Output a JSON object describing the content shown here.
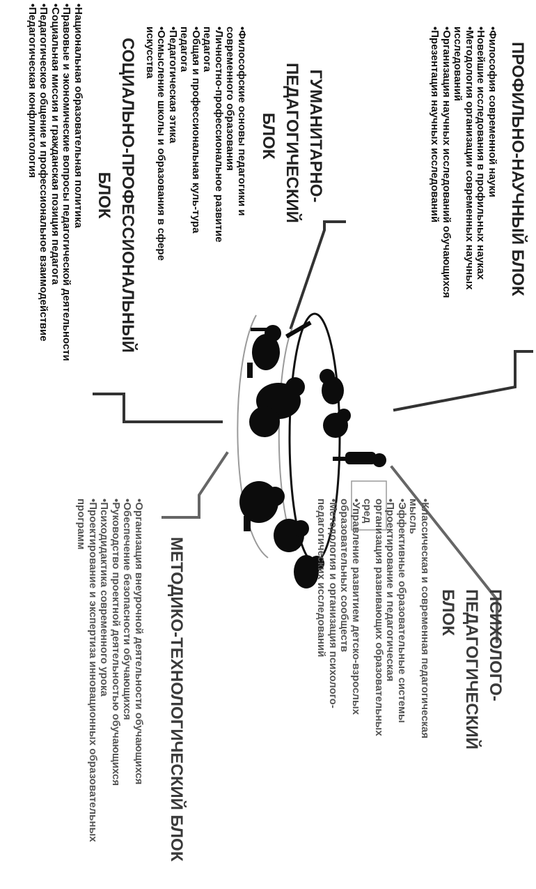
{
  "blocks": {
    "profile": {
      "title": "ПРОФИЛЬНО-НАУЧНЫЙ БЛОК",
      "items": [
        "Философия современной науки",
        "Новейшие исследования в профильных науках",
        "Методология организации современных научных исследований",
        "Организация научных исследований обучающихся",
        "Презентация научных исследований"
      ]
    },
    "humanitarian": {
      "title_lines": [
        "ГУМАНИТАРНО-",
        "ПЕДАГОГИЧЕСКИЙ",
        "БЛОК"
      ],
      "items": [
        "Философские основы педагогики и современного образования",
        "Личностно-профессиональное развитие педагога",
        "Общая и профессиональная куль-тура педагога",
        "Педагогическая этика",
        "Осмысление школы и образования в сфере искусства"
      ]
    },
    "social": {
      "title_lines": [
        "СОЦИАЛЬНО-ПРОФЕССИОНАЛЬНЫЙ",
        "БЛОК"
      ],
      "items": [
        "Национальная образовательная политика",
        "Правовые и экономические вопросы педагогической деятельности",
        "Социальная миссия и гражданская позиция педагога",
        "Педагогическое общение и профессиональное взаимодействие",
        "Педагогическая конфликтология"
      ]
    },
    "psycho": {
      "title_lines": [
        "ПСИХОЛОГО-",
        "ПЕДАГОГИЧЕСКИЙ",
        "БЛОК"
      ],
      "items": [
        "Классическая и современная педагогическая мысль",
        "Эффективные образовательные системы",
        "Проектирование и педагогическая организация развивающих образовательных сред",
        "Управление развитием детско-взрослых образовательных сообществ",
        "Методология и организация психолого-педагогических исследований"
      ]
    },
    "method": {
      "title": "МЕТОДИКО-ТЕХНОЛОГИЧЕСКИЙ БЛОК",
      "items": [
        "Организация внеурочной деятельности обучающихся",
        "Обеспечение безопасности обучающихся",
        "Руководство проектной деятельностью обучающихся",
        "Психодидактика современного урока",
        "Проектирование и экспертиза инновационных образовательных программ"
      ]
    }
  },
  "colors": {
    "text_dark": "#111111",
    "text_gray": "#555555",
    "connector": "#333333",
    "connector_gray": "#666666",
    "silhouette": "#0c0c0c"
  },
  "illustration": "meeting-table-silhouette"
}
